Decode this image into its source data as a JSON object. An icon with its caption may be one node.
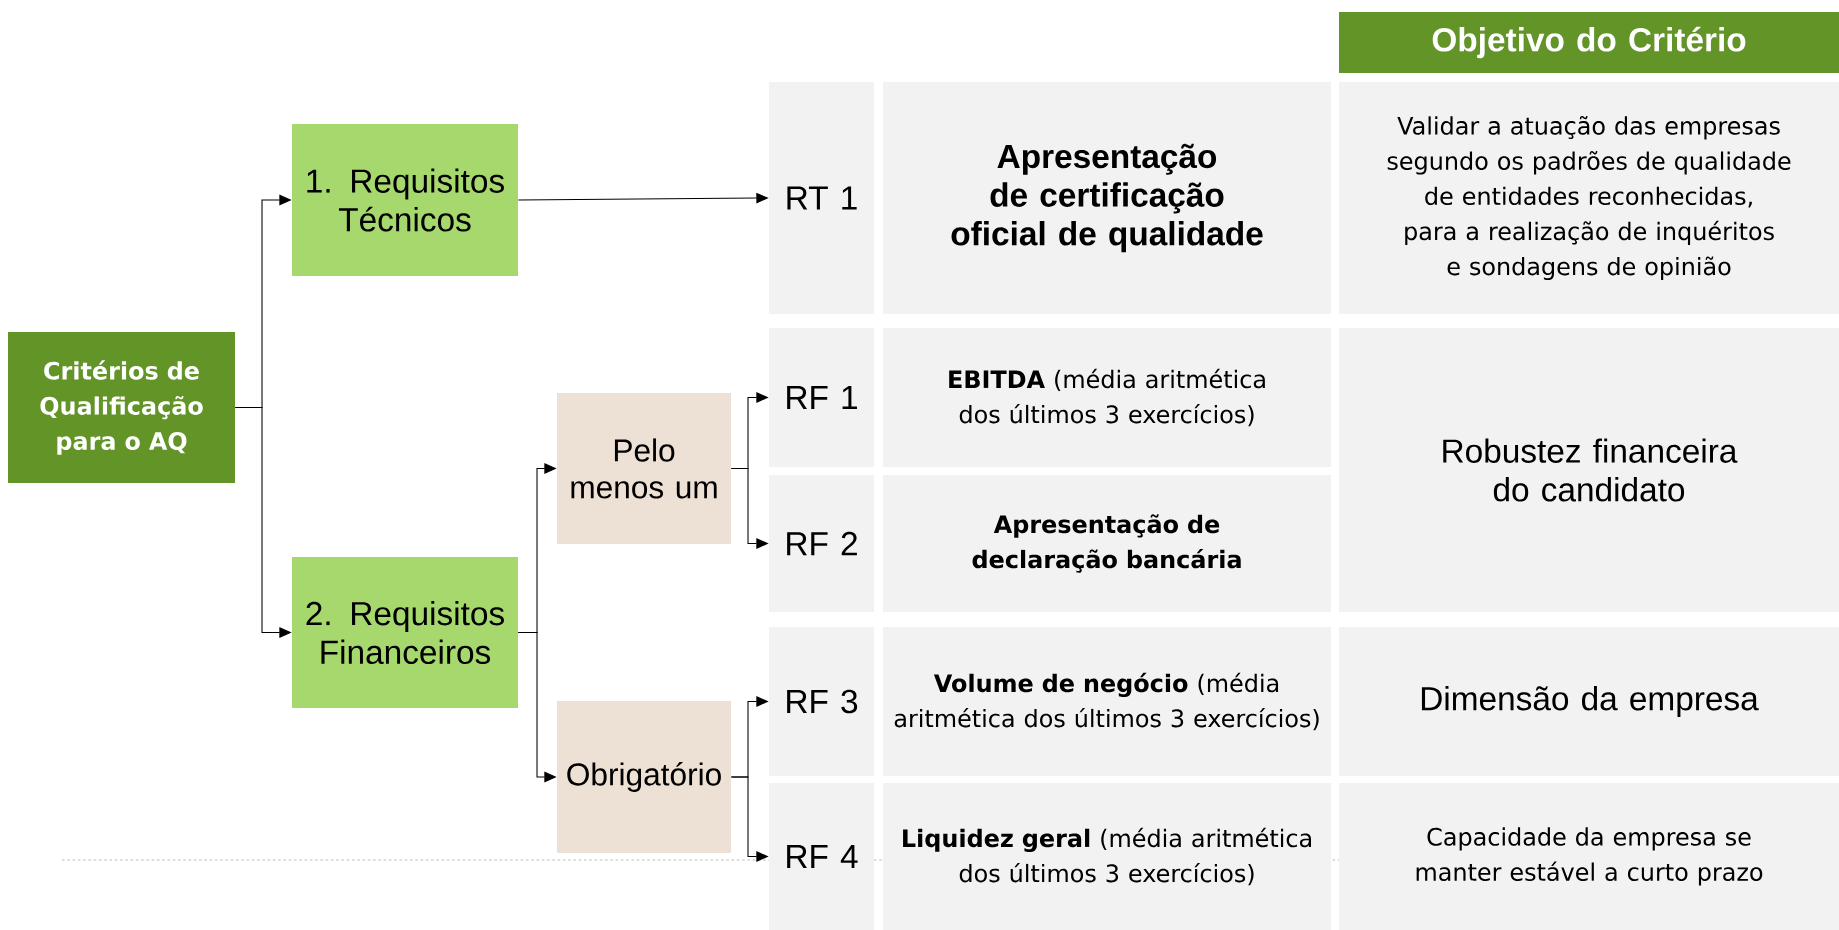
{
  "diagram": {
    "nodes": [
      {
        "text": [
          "Critérios de Qualificação para o AQ"
        ]
      },
      {
        "text": [
          "1. Requisitos Técnicos"
        ]
      },
      {
        "text": [
          "2. Requisitos Financeiros"
        ]
      },
      {
        "text": [
          "Pelo menos um"
        ]
      },
      {
        "text": [
          "Obrigatório"
        ]
      },
      {
        "text": [
          "RT 1"
        ]
      },
      {
        "text": [
          "RF 1"
        ]
      },
      {
        "text": [
          "RF 2"
        ]
      },
      {
        "text": [
          "RF 3"
        ]
      },
      {
        "text": [
          "RF 4"
        ]
      },
      {
        "text": [
          "Apresentação de certificação oficial de qualidade"
        ]
      },
      {
        "text": [
          "**EBITDA** (média aritmética dos últimos 3 exercícios)"
        ]
      },
      {
        "text": [
          "Apresentação de declaração bancária"
        ]
      },
      {
        "text": [
          "**Volume de negócio** (média aritmética dos últimos 3 exercícios)"
        ]
      },
      {
        "text": [
          "**Liquidez geral** (média aritmética dos últimos 3 exercícios)"
        ]
      },
      {
        "text": [
          "Objetivo do Critério"
        ]
      },
      {
        "text": [
          "Validar a atuação das empresas segundo os padrões de qualidade de entidades reconhecidas,  para a realização de inquéritos e sondagens de opinião"
        ]
      },
      {
        "text": [
          "Robustez financeira do candidato"
        ]
      },
      {
        "text": [
          "Dimensão da empresa"
        ]
      },
      {
        "text": [
          "Capacidade da empresa se manter estável a curto prazo"
        ]
      }
    ],
    "edges": [
      {
        "from": 0,
        "to": 1,
        "arrow": "to"
      },
      {
        "from": 0,
        "to": 2,
        "arrow": "to"
      },
      {
        "from": 1,
        "to": 5,
        "arrow": "to"
      },
      {
        "from": 2,
        "to": 3,
        "arrow": "to"
      },
      {
        "from": 2,
        "to": 4,
        "arrow": "to"
      },
      {
        "from": 3,
        "to": 6,
        "arrow": "to"
      },
      {
        "from": 3,
        "to": 7,
        "arrow": "to"
      },
      {
        "from": 4,
        "to": 8,
        "arrow": "to"
      },
      {
        "from": 4,
        "to": 9,
        "arrow": "to"
      }
    ]
  }
}
